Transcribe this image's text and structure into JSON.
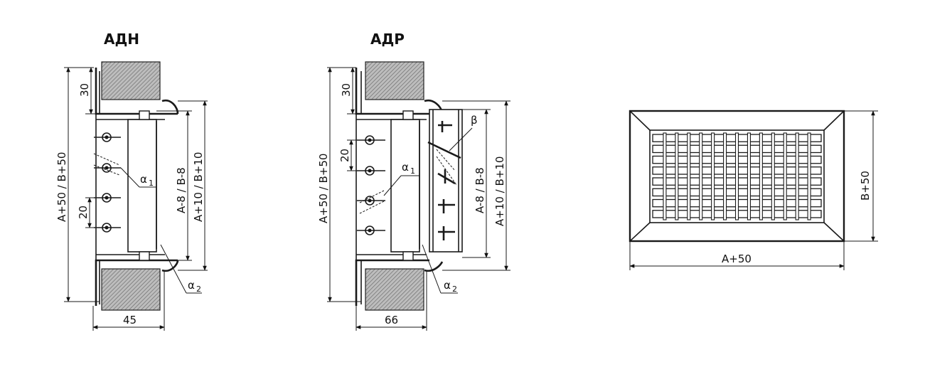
{
  "figures": {
    "adn": {
      "title": "АДН",
      "dim_height_outer": "A+50 / B+50",
      "dim_top": "30",
      "dim_pitch": "20",
      "dim_inner": "A-8 / B-8",
      "dim_frame": "A+10 / B+10",
      "dim_depth": "45",
      "alpha1": "α",
      "alpha1_sub": "1",
      "alpha2": "α",
      "alpha2_sub": "2"
    },
    "adr": {
      "title": "АДР",
      "dim_height_outer": "A+50 / B+50",
      "dim_top": "30",
      "dim_pitch": "20",
      "dim_inner": "A-8 / B-8",
      "dim_frame": "A+10 / B+10",
      "dim_depth": "66",
      "alpha1": "α",
      "alpha1_sub": "1",
      "alpha2": "α",
      "alpha2_sub": "2",
      "beta": "β"
    },
    "front": {
      "dim_width": "A+50",
      "dim_height": "B+50"
    }
  }
}
